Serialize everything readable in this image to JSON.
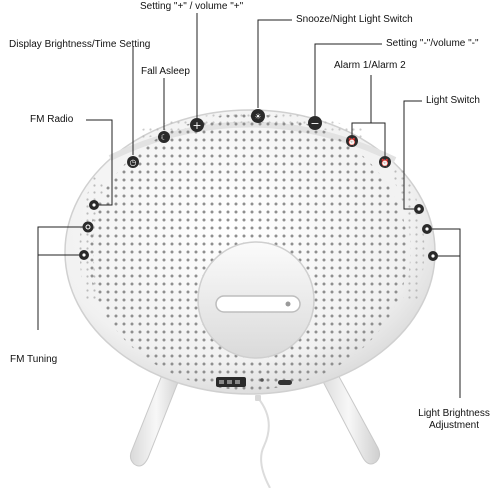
{
  "labels": {
    "setting_plus_volume_plus": "Setting \"+\" / volume \"+\"",
    "snooze_night_light_switch": "Snooze/Night Light Switch",
    "display_brightness_time_setting": "Display Brightness/Time Setting",
    "setting_minus_volume_minus": "Setting \"-\"/volume \"-\"",
    "fall_asleep": "Fall Asleep",
    "alarm_1_alarm_2": "Alarm 1/Alarm 2",
    "fm_radio": "FM Radio",
    "light_switch": "Light Switch",
    "fm_tuning": "FM Tuning",
    "light_brightness_adjustment_line1": "Light Brightness",
    "light_brightness_adjustment_line2": "Adjustment"
  },
  "colors": {
    "body": "#f4f4f4",
    "body_shade": "#dcdcdc",
    "speaker_hole": "#8a8a8a",
    "button": "#2a2a2a",
    "callout_line": "#222222",
    "port": "#222222"
  },
  "icons": {
    "top_buttons": [
      "clock-icon",
      "moon-icon",
      "plus-icon",
      "snooze-icon",
      "minus-icon",
      "alarm-1-icon",
      "alarm-2-icon"
    ],
    "side_left": [
      "radio-icon",
      "tuning-icon",
      "tuning-down-icon"
    ],
    "side_right": [
      "light-icon",
      "brightness-up-icon",
      "brightness-down-icon"
    ]
  }
}
